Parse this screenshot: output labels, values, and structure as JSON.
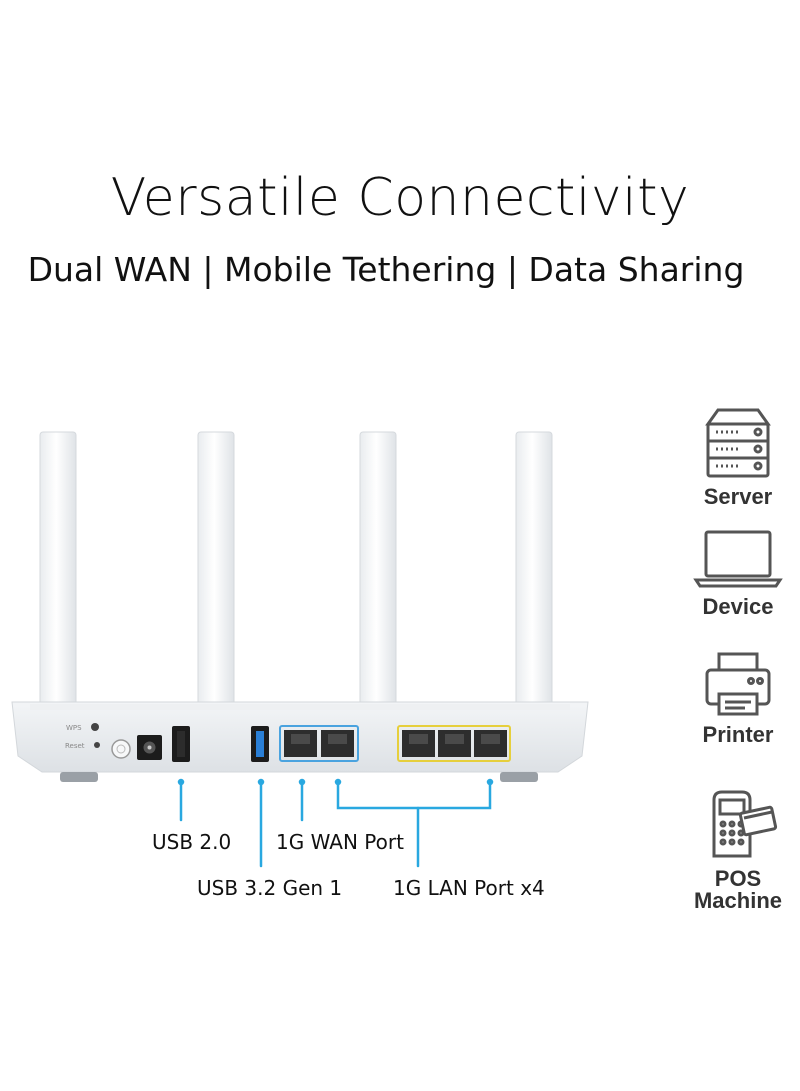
{
  "header": {
    "title": "Versatile Connectivity",
    "subtitle": "Dual WAN | Mobile Tethering | Data Sharing"
  },
  "router": {
    "button_labels": [
      "WPS",
      "Reset"
    ]
  },
  "callouts": {
    "usb2": "USB 2.0",
    "usb3": "USB 3.2 Gen 1",
    "wan": "1G WAN Port",
    "lan": "1G LAN Port x4"
  },
  "devices": [
    {
      "label": "Server",
      "icon": "server-icon"
    },
    {
      "label": "Device",
      "icon": "laptop-icon"
    },
    {
      "label": "Printer",
      "icon": "printer-icon"
    },
    {
      "label": "POS Machine",
      "label_line1": "POS",
      "label_line2": "Machine",
      "icon": "pos-machine-icon"
    }
  ],
  "colors": {
    "callout_line": "#29a8e0",
    "wan_port_frame": "#4aa3df",
    "lan_port_frame": "#e6cf3c"
  }
}
